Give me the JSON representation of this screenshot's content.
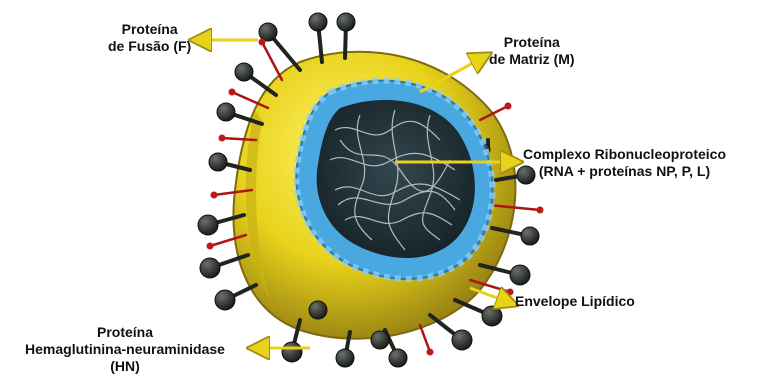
{
  "labels": {
    "fusion_protein": [
      "Proteína",
      "de Fusão (F)"
    ],
    "matrix_protein": [
      "Proteína",
      "de Matriz (M)"
    ],
    "ribonucleoprotein_complex": [
      "Complexo Ribonucleoproteico",
      "(RNA + proteínas NP, P, L)"
    ],
    "lipid_envelope": [
      "Envelope Lipídico"
    ],
    "hn_protein": [
      "Proteína",
      "Hemaglutinina-neuraminidase",
      "(HN)"
    ]
  },
  "colors": {
    "envelope": "#e8d21a",
    "envelope_dark": "#a8931a",
    "matrix": "#4aa8e0",
    "core": "#1e2d34",
    "rna": "#c8c8c8",
    "hn_spike": "#2a2f2a",
    "f_spike": "#c01818",
    "arrow": "#e8d21a"
  }
}
